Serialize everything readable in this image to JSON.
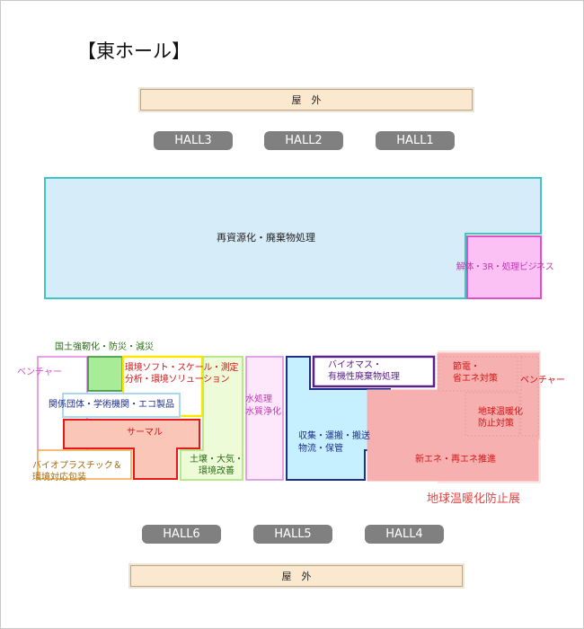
{
  "title": "【東ホール】",
  "outdoor_top": "屋　外",
  "outdoor_bottom": "屋　外",
  "halls_top": [
    "HALL3",
    "HALL2",
    "HALL1"
  ],
  "halls_bottom": [
    "HALL6",
    "HALL5",
    "HALL4"
  ],
  "zones": {
    "recycling": "再資源化・廃棄物処理",
    "dismantling": "解体・3R・処理ビジネス",
    "national_resilience": "国土強靭化・防災・減災",
    "venture_left": "ベンチャー",
    "env_software": "環境ソフト・スケール・測定\n分析・環境ソリューション",
    "associations": "関係団体・学術機関・エコ製品",
    "thermal": "サーマル",
    "soil_air": "土壌・大気・\n環境改善",
    "bioplastic": "バイオプラスチック＆\n環境対応包装",
    "water": "水処理\n水質浄化",
    "collection": "収集・運搬・搬送\n物流・保管",
    "biomass": "バイオマス・\n有機性廃棄物処理",
    "power_saving": "節電・\n省エネ対策",
    "venture_right": "ベンチャー",
    "global_warming": "地球温暖化\n防止対策",
    "new_energy": "新エネ・再エネ推進",
    "warming_expo": "地球温暖化防止展"
  },
  "colors": {
    "teal": "#3cc6c6",
    "light_blue": "#d6ecf8",
    "magenta": "#e050c8",
    "pink_fill": "#fbc0f4",
    "green": "#5ab84c",
    "yellow": "#ffe600",
    "red": "#e81818",
    "salmon": "#fac6b8",
    "navy": "#1e2f8a",
    "purple": "#5a1f8a",
    "warm_pink": "#f7b0b0",
    "orange": "#f0a646"
  }
}
